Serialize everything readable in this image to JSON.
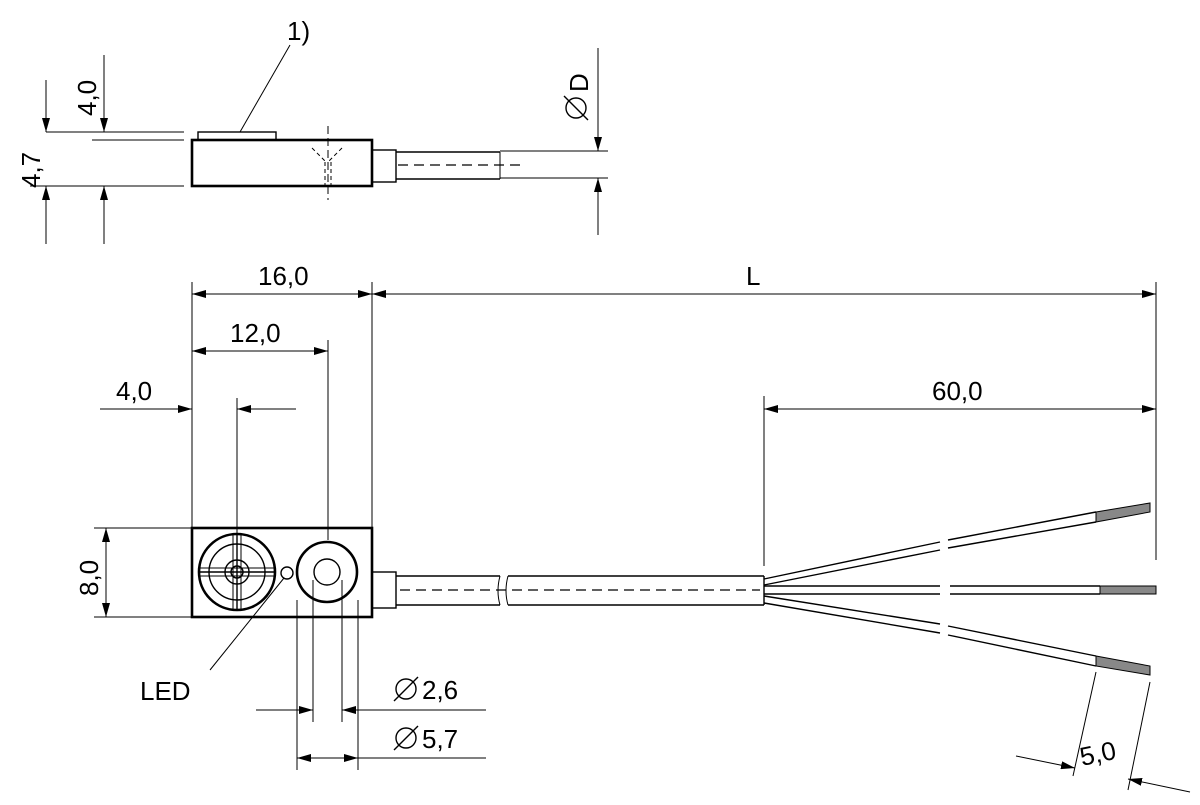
{
  "labels": {
    "note": "1)",
    "height_top": "4,0",
    "height_total": "4,7",
    "diameter_cable": "D",
    "length_body": "16,0",
    "length_hole": "12,0",
    "length_led": "4,0",
    "length_cable": "L",
    "length_strip": "60,0",
    "width_body": "8,0",
    "led": "LED",
    "diameter_inner": "2,6",
    "diameter_outer": "5,7",
    "wire_end": "5,0"
  },
  "icons": {
    "diameter_symbol": "diameter-icon"
  }
}
